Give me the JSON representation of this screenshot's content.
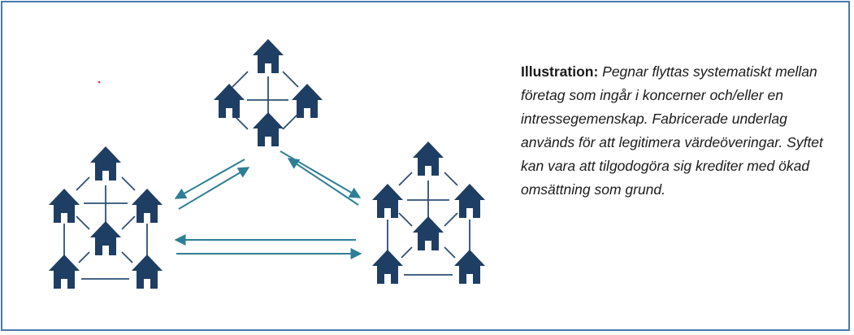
{
  "caption": {
    "label": "Illustration:",
    "text": "Pegnar flyttas systematiskt mellan företag som ingår i koncerner och/eller en intressegemenskap. Fabricerade underlag används för att legitimera värdeöveringar. Syftet kan vara att tilgodogöra sig krediter med ökad omsättning som grund."
  },
  "colors": {
    "frame": "#4a78b0",
    "house": "#1f3e63",
    "link": "#2c4f74",
    "arrow": "#2e7e96",
    "dot": "#d9342b"
  },
  "icon": "house-icon",
  "groups": [
    {
      "name": "top-house-group",
      "houses": 4,
      "connections": "diamond-with-cross"
    },
    {
      "name": "left-house-group",
      "houses": 6,
      "connections": "diamond-with-cross-and-base"
    },
    {
      "name": "right-house-group",
      "houses": 6,
      "connections": "diamond-with-cross-and-base"
    }
  ],
  "flows": [
    "top-left-two-way",
    "top-right-two-way",
    "left-right-two-way"
  ]
}
